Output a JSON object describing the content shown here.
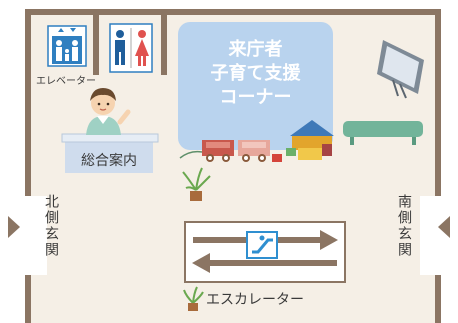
{
  "colors": {
    "floor": "#f5efe6",
    "wall": "#8b7563",
    "kids_corner": "#b9d3ee",
    "kids_corner_text": "#ffffff",
    "reception_desk": "#cfdced",
    "arrow": "#8b7563",
    "escalator_icon": "#2f8fd0",
    "bench": "#72b49a",
    "tv": "#7e8a96"
  },
  "labels": {
    "elevator": "エレベーター",
    "kids_corner": [
      "来庁者",
      "子育て支援",
      "コーナー"
    ],
    "reception": "総合案内",
    "north_entrance": "北側玄関",
    "south_entrance": "南側玄関",
    "escalator": "エスカレーター"
  },
  "icons": {
    "elevator": "elevator-icon",
    "restroom": "restroom-icon",
    "escalator": "escalator-icon",
    "tv": "tv-icon",
    "bench": "bench-icon",
    "toys": "toy-train-icon",
    "plant": "potted-plant-icon",
    "staff": "reception-staff-icon"
  }
}
